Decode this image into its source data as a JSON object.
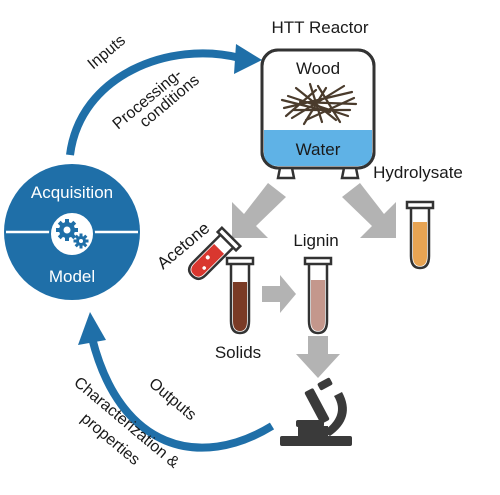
{
  "labels": {
    "reactor_title": "HTT Reactor",
    "wood": "Wood",
    "water": "Water",
    "hydrolysate": "Hydrolysate",
    "acetone": "Acetone",
    "lignin": "Lignin",
    "solids": "Solids",
    "inputs": "Inputs",
    "processing_line1": "Processing-",
    "processing_line2": "conditions",
    "outputs": "Outputs",
    "characterization_line1": "Characterization &",
    "characterization_line2": "properties",
    "acquisition": "Acquisition",
    "model": "Model"
  },
  "colors": {
    "blue": "#1f6fa8",
    "water": "#5fb2e6",
    "hydrolysate_liquid": "#e8a453",
    "solids_liquid": "#7a3b26",
    "lignin_liquid": "#c4978c",
    "acetone_liquid": "#d9372f",
    "arrow_gray": "#b3b3b3",
    "outline": "#333333"
  },
  "icons": {
    "reactor": "reactor-vessel-icon",
    "wood": "wood-chips-icon",
    "gears": "gears-icon",
    "microscope": "microscope-icon",
    "tubes": "test-tube-icon"
  }
}
